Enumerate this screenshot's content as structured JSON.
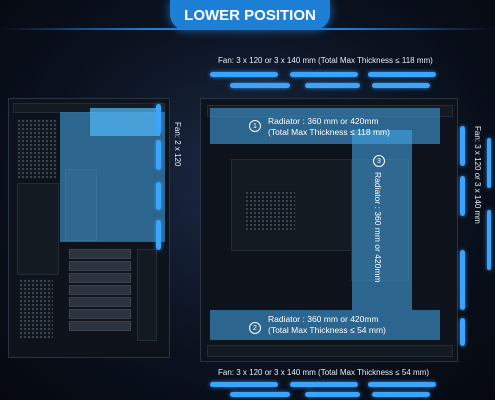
{
  "header": {
    "title": "LOWER POSITION"
  },
  "top_spec": {
    "text": "Fan: 3 x 120  or 3 x 140 mm (Total Max Thickness ≤ 118 mm)"
  },
  "bottom_spec": {
    "text": "Fan: 3 x 120  or 3 x 140 mm (Total Max Thickness ≤ 54 mm)"
  },
  "left_spec": {
    "text": "Fan: 2 x 120"
  },
  "right_spec": {
    "text": "Fan: 3 x 120  or 3 x 140 mm"
  },
  "radiators": {
    "top": {
      "number": "1",
      "line1": "Radiator : 360 mm or 420mm",
      "line2": "(Total Max Thickness ≤ 118 mm)"
    },
    "side": {
      "number": "3",
      "text": "Radiator : 360 mm or 420mm"
    },
    "bottom": {
      "number": "2",
      "line1": "Radiator : 360 mm or 420mm",
      "line2": "(Total Max Thickness ≤ 54 mm)"
    }
  },
  "colors": {
    "accent": "#1e7fd6",
    "bar": "#3aa4ff",
    "overlay": "#46aaeb"
  }
}
